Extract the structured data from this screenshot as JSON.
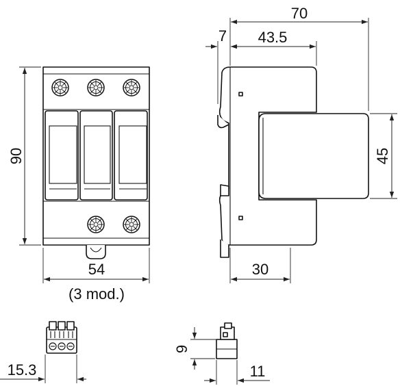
{
  "dimensions": {
    "front_height": "90",
    "front_width": "54",
    "modules_note": "(3 mod.)",
    "side_total_depth": "70",
    "side_offset": "7",
    "side_rail_depth": "43.5",
    "side_cover_height": "45",
    "side_base_depth": "30",
    "plug_width": "15.3",
    "plug_height": "9",
    "plug_depth": "11"
  }
}
